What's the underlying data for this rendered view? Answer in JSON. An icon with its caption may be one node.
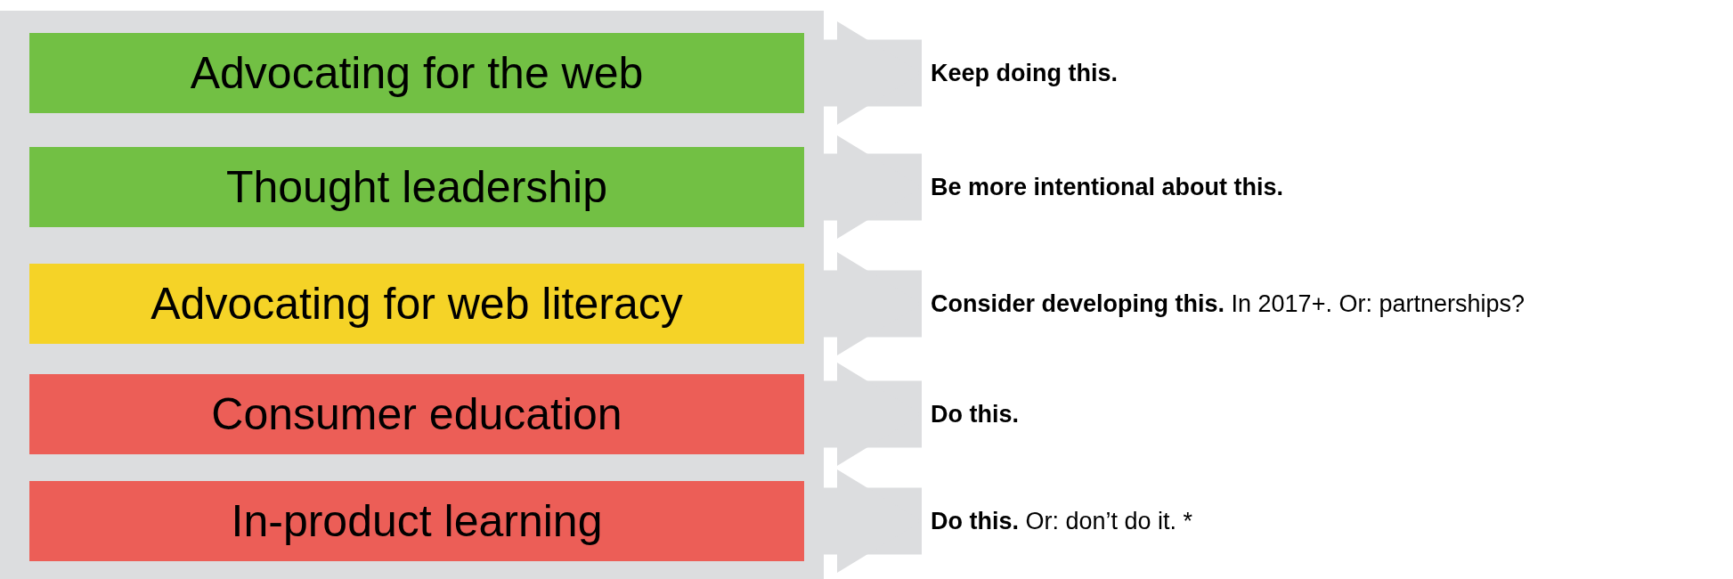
{
  "diagram": {
    "nodes": [
      {
        "text": [
          "Advocating for the web"
        ]
      },
      {
        "text": [
          "Thought leadership"
        ]
      },
      {
        "text": [
          "Advocating for web literacy"
        ]
      },
      {
        "text": [
          "Consumer education"
        ]
      },
      {
        "text": [
          "In-product learning"
        ]
      },
      {
        "text": [
          "Keep doing this."
        ]
      },
      {
        "text": [
          "Be more intentional about this."
        ]
      },
      {
        "text": [
          "**Consider developing this.** In 2017+. Or: partnerships?"
        ]
      },
      {
        "text": [
          "Do this."
        ]
      },
      {
        "text": [
          "**Do this.** Or: don’t do it. *"
        ]
      }
    ],
    "edges": [
      {
        "from": 0,
        "to": 5,
        "arrow": "to"
      },
      {
        "from": 1,
        "to": 6,
        "arrow": "to"
      },
      {
        "from": 2,
        "to": 7,
        "arrow": "to"
      },
      {
        "from": 3,
        "to": 8,
        "arrow": "to"
      },
      {
        "from": 4,
        "to": 9,
        "arrow": "to"
      }
    ]
  }
}
